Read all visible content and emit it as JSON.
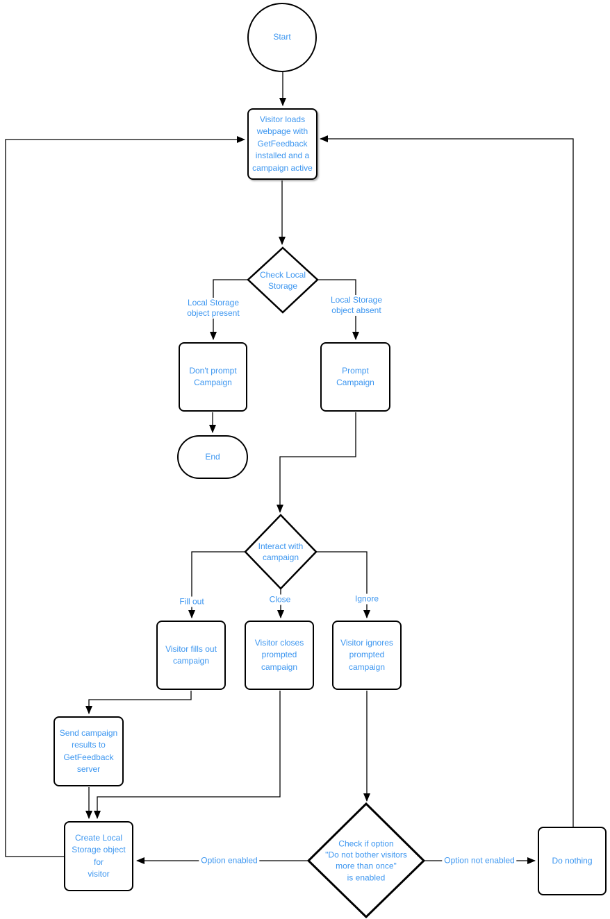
{
  "colors": {
    "text_blue": "#3C96F0",
    "stroke": "#000000",
    "shape_fill": "#FFFFFF",
    "background": "#FFFFFF"
  },
  "nodes": {
    "start": {
      "type": "terminator",
      "label": "Start"
    },
    "visitor_loads": {
      "type": "process",
      "label": "Visitor loads\nwebpage with\nGetFeedback\ninstalled and a\ncampaign active"
    },
    "check_storage": {
      "type": "decision",
      "label": "Check Local\nStorage"
    },
    "dont_prompt": {
      "type": "process",
      "label": "Don't prompt\nCampaign"
    },
    "prompt": {
      "type": "process",
      "label": "Prompt\nCampaign"
    },
    "end": {
      "type": "terminator",
      "label": "End"
    },
    "interact": {
      "type": "decision",
      "label": "Interact with\ncampaign"
    },
    "fills_out": {
      "type": "process",
      "label": "Visitor fills out\ncampaign"
    },
    "closes": {
      "type": "process",
      "label": "Visitor closes\nprompted\ncampaign"
    },
    "ignores": {
      "type": "process",
      "label": "Visitor ignores\nprompted\ncampaign"
    },
    "send_results": {
      "type": "process",
      "label": "Send campaign\nresults to\nGetFeedback\nserver"
    },
    "create_object": {
      "type": "process",
      "label": "Create Local\nStorage object for\nvisitor"
    },
    "check_option": {
      "type": "decision",
      "label": "Check if option\n\"Do not bother visitors\nmore than once\"\nis enabled"
    },
    "do_nothing": {
      "type": "process",
      "label": "Do nothing"
    }
  },
  "edge_labels": {
    "present": "Local Storage\nobject present",
    "absent": "Local Storage\nobject absent",
    "fill_out": "Fill out",
    "close": "Close",
    "ignore": "Ignore",
    "option_enabled": "Option enabled",
    "option_not_enabled": "Option not enabled"
  }
}
